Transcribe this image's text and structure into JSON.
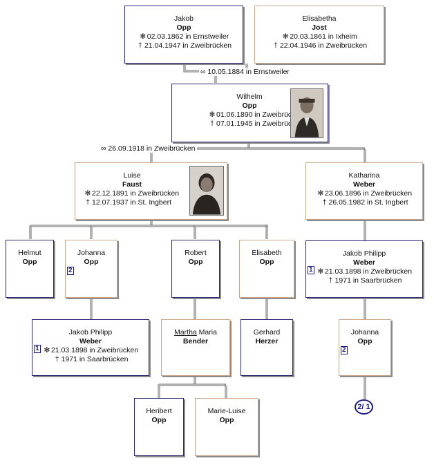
{
  "persons": {
    "jakob_opp": {
      "first": "Jakob",
      "surname": "Opp",
      "birth": "02.03.1862 in Ernstweiler",
      "death": "21.04.1947 in Zweibrücken"
    },
    "elisabetha_jost": {
      "first": "Elisabetha",
      "surname": "Jost",
      "birth": "20.03.1861 in Ixheim",
      "death": "22.04.1946 in Zweibrücken"
    },
    "wilhelm_opp": {
      "first": "Wilhelm",
      "surname": "Opp",
      "birth": "01.06.1890 in Zweibrücken",
      "death": "07.01.1945 in Zweibrücken"
    },
    "luise_faust": {
      "first": "Luise",
      "surname": "Faust",
      "birth": "22.12.1891 in Zweibrücken",
      "death": "12.07.1937 in St. Ingbert"
    },
    "katharina_weber": {
      "first": "Katharina",
      "surname": "Weber",
      "birth": "23.06.1896 in Zweibrücken",
      "death": "26.05.1982 in St. Ingbert"
    },
    "helmut_opp": {
      "first": "Helmut",
      "surname": "Opp"
    },
    "johanna_opp": {
      "first": "Johanna",
      "surname": "Opp",
      "badge": "2"
    },
    "robert_opp": {
      "first": "Robert",
      "surname": "Opp"
    },
    "elisabeth_opp": {
      "first": "Elisabeth",
      "surname": "Opp"
    },
    "jakob_philipp_weber_right": {
      "first": "Jakob Philipp",
      "surname": "Weber",
      "badge": "1",
      "birth": "21.03.1898 in Zweibrücken",
      "death": "1971 in Saarbrücken"
    },
    "jakob_philipp_weber_left": {
      "first": "Jakob Philipp",
      "surname": "Weber",
      "badge": "1",
      "birth": "21.03.1898 in Zweibrücken",
      "death": "1971 in Saarbrücken"
    },
    "martha_bender": {
      "first_underlined": "Martha",
      "first_rest": "Maria",
      "surname": "Bender"
    },
    "gerhard_herzer": {
      "first": "Gerhard",
      "surname": "Herzer"
    },
    "johanna_opp_right": {
      "first": "Johanna",
      "surname": "Opp",
      "badge": "2"
    },
    "heribert_opp": {
      "first": "Heribert",
      "surname": "Opp"
    },
    "marie_luise_opp": {
      "first": "Marie-Luise",
      "surname": "Opp"
    }
  },
  "marriages": {
    "jakob_elisabetha": "10.05.1884 in Ernstweiler",
    "wilhelm_luise": "26.09.1918 in Zweibrücken"
  },
  "symbols": {
    "birth": "✻",
    "death": "†",
    "marriage": "∞"
  },
  "pager": "2/ 1",
  "colors": {
    "male_border": "#2a2a7a",
    "female_border": "#c9a58a",
    "line": "#555555",
    "badge": "#1a1a8a"
  }
}
